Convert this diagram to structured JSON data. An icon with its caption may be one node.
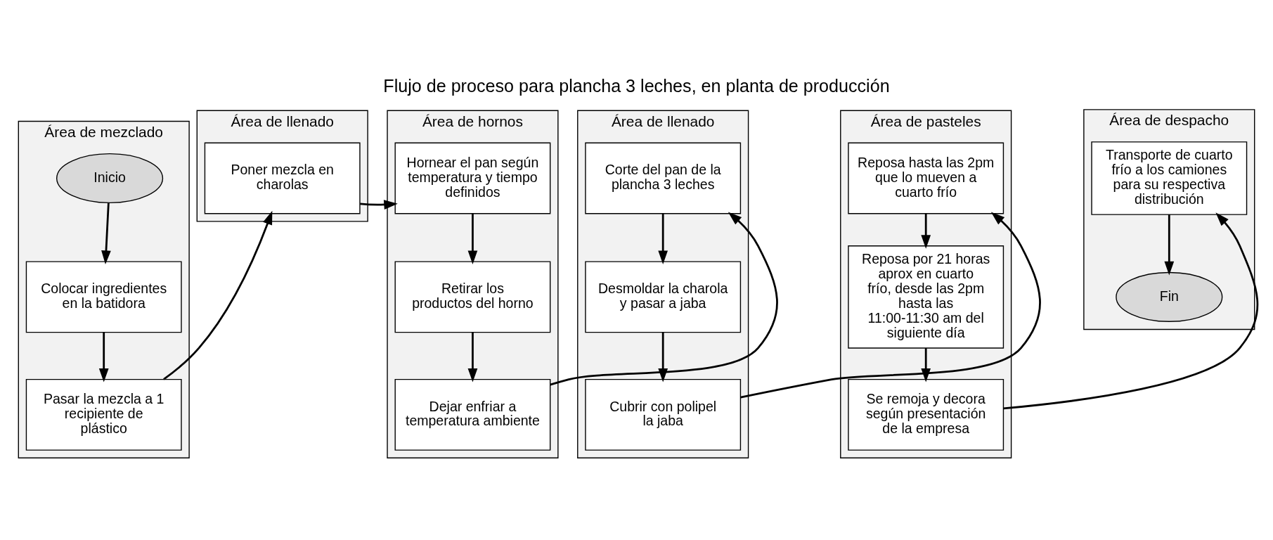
{
  "diagram": {
    "title": "Flujo de proceso para plancha 3 leches, en planta de producción",
    "nodes": [
      {
        "text": [
          "Área de mezclado"
        ]
      },
      {
        "text": [
          "Inicio"
        ],
        "in": 0
      },
      {
        "text": [
          "Colocar ingredientes en la batidora"
        ],
        "in": 0
      },
      {
        "text": [
          "Pasar la mezcla a 1 recipiente de plástico"
        ],
        "in": 0
      },
      {
        "text": [
          "Área de llenado"
        ]
      },
      {
        "text": [
          "Poner mezcla en charolas"
        ],
        "in": 4
      },
      {
        "text": [
          "Área de hornos"
        ]
      },
      {
        "text": [
          "Hornear el pan según temperatura y tiempo definidos"
        ],
        "in": 6
      },
      {
        "text": [
          "Retirar los productos del horno"
        ],
        "in": 6
      },
      {
        "text": [
          "Dejar enfriar a temperatura ambiente"
        ],
        "in": 6
      },
      {
        "text": [
          "Área de llenado"
        ]
      },
      {
        "text": [
          "Corte del pan de la plancha 3 leches"
        ],
        "in": 10
      },
      {
        "text": [
          "Desmoldar la charola y pasar a jaba"
        ],
        "in": 10
      },
      {
        "text": [
          "Cubrir con polipel la jaba"
        ],
        "in": 10
      },
      {
        "text": [
          "Área de pasteles"
        ]
      },
      {
        "text": [
          "Reposa hasta las 2pm que lo mueven a cuarto frío"
        ],
        "in": 14
      },
      {
        "text": [
          "Reposa por 21 horas aprox en cuarto frío, desde las 2pm hasta las 11:00-11:30 am del siguiente día"
        ],
        "in": 14
      },
      {
        "text": [
          "Se remoja y decora según presentación de la empresa"
        ],
        "in": 14
      },
      {
        "text": [
          "Área de despacho"
        ]
      },
      {
        "text": [
          "Transporte de cuarto frío a los camiones para su respectiva distribución"
        ],
        "in": 18
      },
      {
        "text": [
          "Fin"
        ],
        "in": 18
      }
    ],
    "edges": [
      {
        "from": 1,
        "to": 2,
        "arrow": "to"
      },
      {
        "from": 2,
        "to": 3,
        "arrow": "to"
      },
      {
        "from": 3,
        "to": 5,
        "arrow": "to"
      },
      {
        "from": 5,
        "to": 7,
        "arrow": "to"
      },
      {
        "from": 7,
        "to": 8,
        "arrow": "to"
      },
      {
        "from": 8,
        "to": 9,
        "arrow": "to"
      },
      {
        "from": 9,
        "to": 11,
        "arrow": "to"
      },
      {
        "from": 11,
        "to": 12,
        "arrow": "to"
      },
      {
        "from": 12,
        "to": 13,
        "arrow": "to"
      },
      {
        "from": 13,
        "to": 15,
        "arrow": "to"
      },
      {
        "from": 15,
        "to": 16,
        "arrow": "to"
      },
      {
        "from": 16,
        "to": 17,
        "arrow": "to"
      },
      {
        "from": 17,
        "to": 19,
        "arrow": "to"
      },
      {
        "from": 19,
        "to": 20,
        "arrow": "to"
      }
    ]
  }
}
